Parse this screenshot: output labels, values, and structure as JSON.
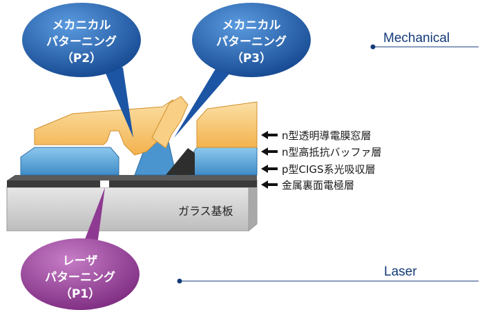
{
  "bubbles": {
    "p2": {
      "line1": "メカニカル",
      "line2": "パターニング",
      "line3": "（P2）"
    },
    "p3": {
      "line1": "メカニカル",
      "line2": "パターニング",
      "line3": "（P3）"
    },
    "p1": {
      "line1": "レーザ",
      "line2": "パターニング",
      "line3": "（P1）"
    }
  },
  "side_labels": {
    "mechanical": "Mechanical",
    "laser": "Laser"
  },
  "layers": [
    "n型透明導電膜窓層",
    "n型高抵抗バッファ層",
    "p型CIGS系光吸収層",
    "金属裏面電極層"
  ],
  "substrate": "ガラス基板",
  "colors": {
    "bubble_blue": "#1f5fb0",
    "bubble_purple": "#9a3f9c",
    "window_orange": "#f5c067",
    "buffer_blue": "#5aa4d6",
    "metal_dark": "#3a3a3a",
    "glass_gray": "#d6d6d6",
    "line_navy": "#123a7a"
  }
}
